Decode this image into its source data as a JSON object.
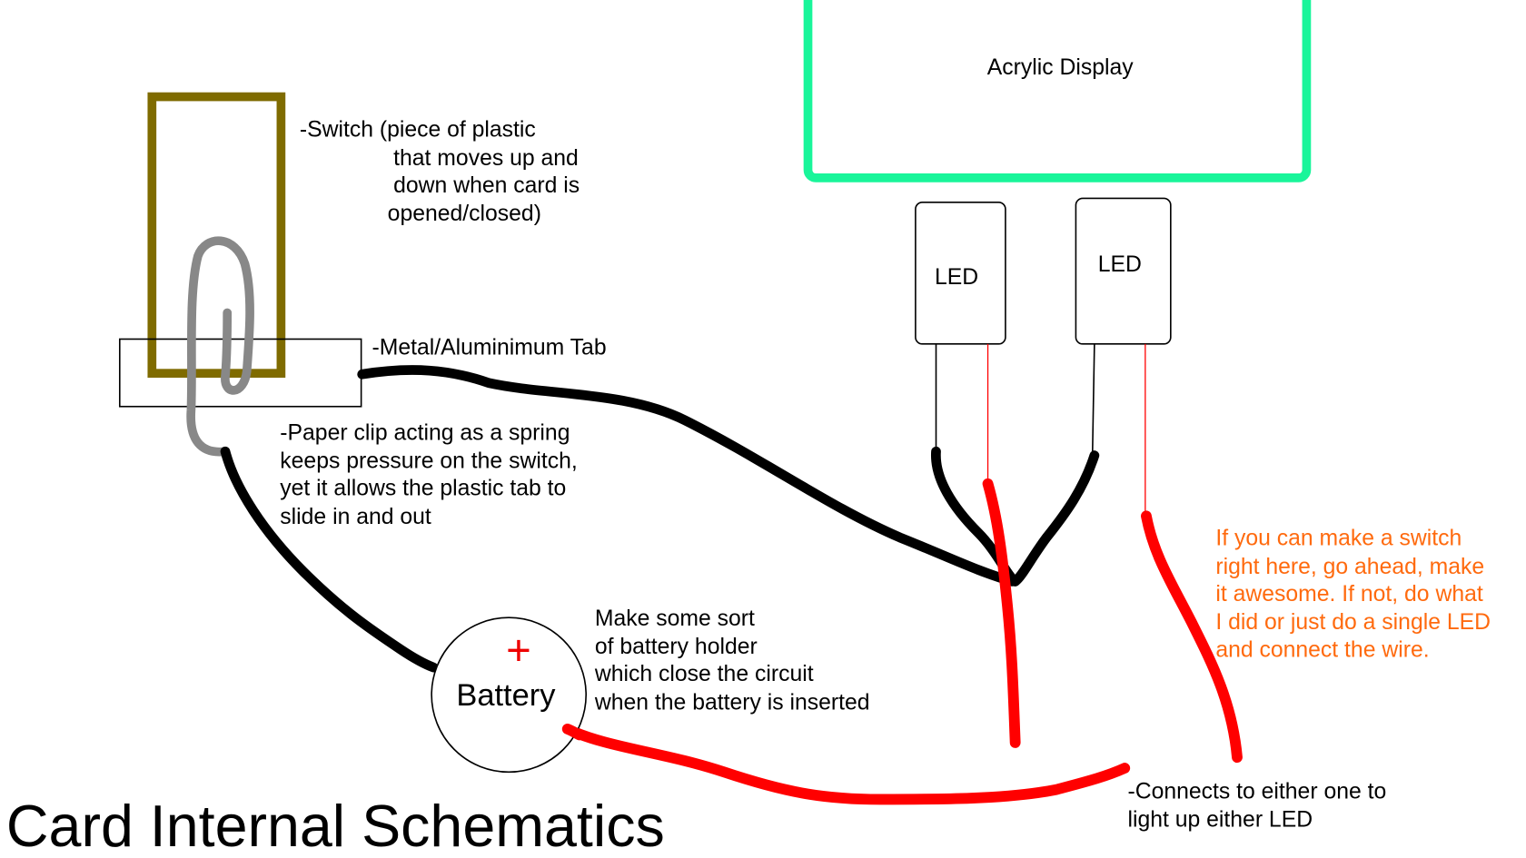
{
  "title": "Card Internal Schematics",
  "display_label": "Acrylic Display",
  "leds": [
    "LED",
    "LED"
  ],
  "battery": {
    "label": "Battery",
    "polarity": "+"
  },
  "switch_note": [
    "-Switch (piece of plastic",
    "that moves up and",
    "down when card is",
    "opened/closed)"
  ],
  "tab_note": "-Metal/Aluminimum Tab",
  "clip_note": [
    "-Paper clip acting as a spring",
    "keeps pressure on the switch,",
    "yet it allows the plastic tab to",
    "slide in and out"
  ],
  "holder_note": [
    "Make some sort",
    "of battery holder",
    "which close the circuit",
    "when the battery is inserted"
  ],
  "switch_suggestion": [
    "If you can make a switch",
    "right here, go ahead, make",
    "it awesome. If not, do what",
    "I did or just do a single LED",
    "and connect the wire."
  ],
  "connect_note": [
    "-Connects to either one to",
    "light up either LED"
  ],
  "colors": {
    "display": "#19f59a",
    "switch": "#7f6b00",
    "clip": "#888888",
    "wire_negative": "#000000",
    "wire_positive": "#ff0000",
    "note": "#ff6a0e"
  }
}
